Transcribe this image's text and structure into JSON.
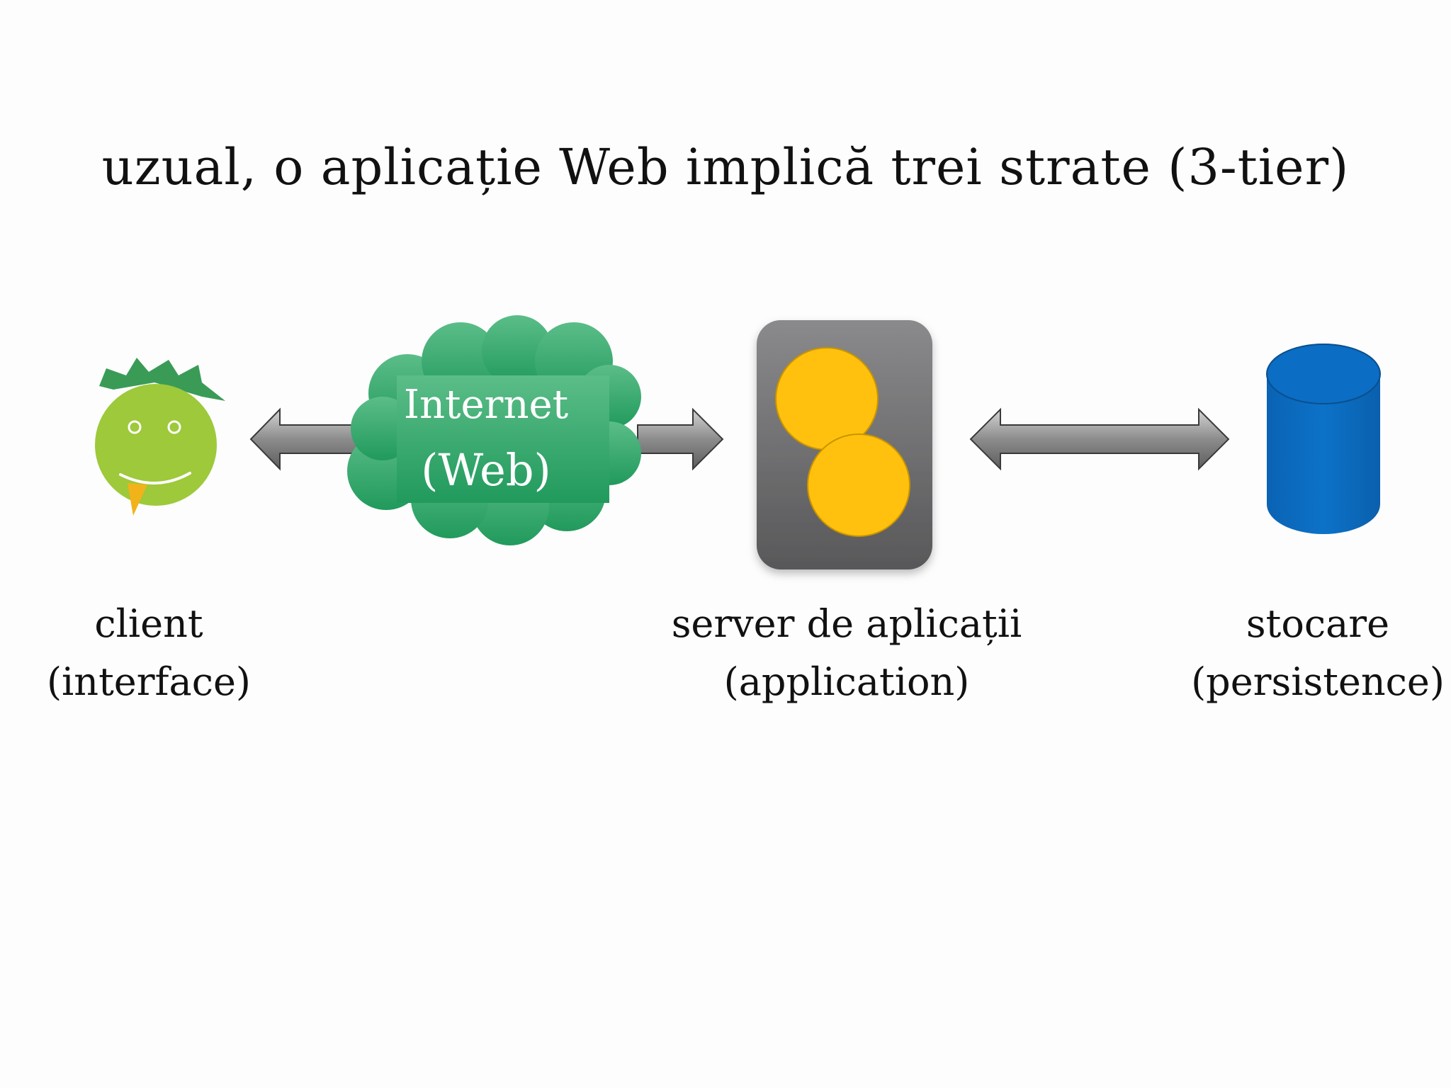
{
  "title": "uzual, o aplicație Web implică trei strate (3-tier)",
  "nodes": {
    "client": {
      "icon": "smiley-face-icon",
      "label": "client",
      "sublabel": "(interface)"
    },
    "internet": {
      "icon": "cloud-icon",
      "label": "Internet",
      "sublabel": "(Web)"
    },
    "server": {
      "icon": "application-server-icon",
      "label": "server de aplicații",
      "sublabel": "(application)"
    },
    "storage": {
      "icon": "database-cylinder-icon",
      "label": "stocare",
      "sublabel": "(persistence)"
    }
  },
  "colors": {
    "face": "#9DC93B",
    "hair": "#3A9B57",
    "fang": "#F2B21A",
    "cloud": "#35A86B",
    "server_box": "#6E6E70",
    "server_circles": "#FFC107",
    "database": "#0B6DC3",
    "arrow": "#8A8A8A"
  }
}
